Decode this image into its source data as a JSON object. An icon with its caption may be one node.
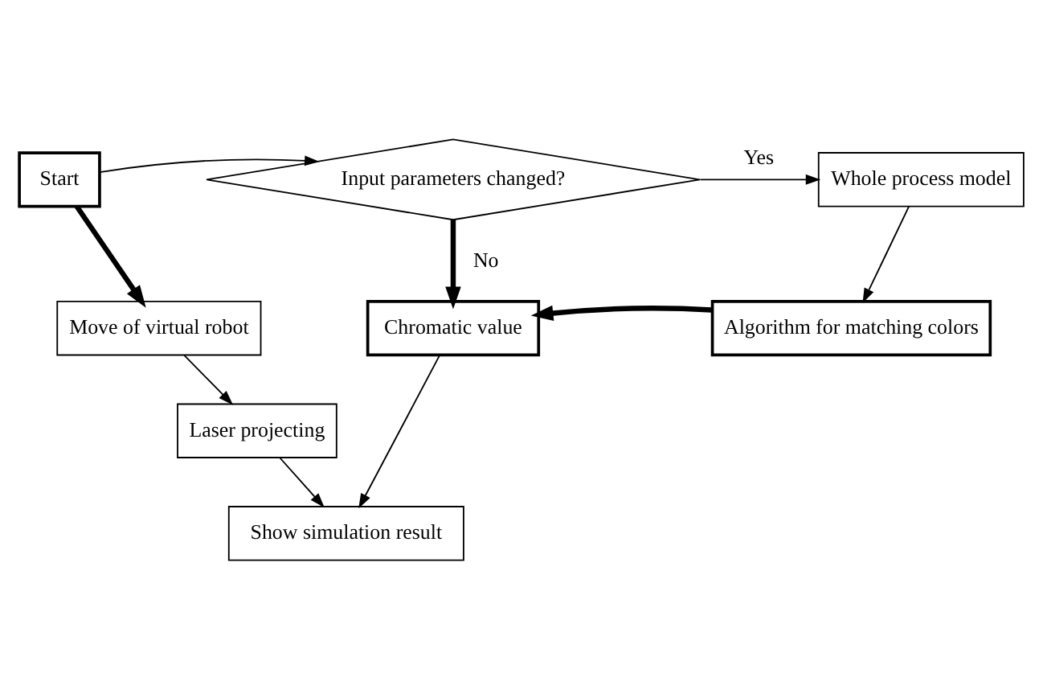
{
  "diagram": {
    "nodes": [
      {
        "text": [
          "Start"
        ]
      },
      {
        "text": [
          "Input parameters changed?"
        ]
      },
      {
        "text": [
          "Whole process model"
        ]
      },
      {
        "text": [
          "Move of virtual robot"
        ]
      },
      {
        "text": [
          "Chromatic value"
        ]
      },
      {
        "text": [
          "Algorithm for matching colors"
        ]
      },
      {
        "text": [
          "Laser projecting"
        ]
      },
      {
        "text": [
          "Show simulation result"
        ]
      }
    ],
    "edges": [
      {
        "from": 0,
        "to": 3,
        "arrow": "to",
        "style": "thick"
      },
      {
        "from": 0,
        "to": 1,
        "arrow": "to"
      },
      {
        "from": 1,
        "to": 2,
        "arrow": "to",
        "label": "Yes"
      },
      {
        "from": 1,
        "to": 4,
        "arrow": "to",
        "label": "No",
        "style": "thick"
      },
      {
        "from": 2,
        "to": 5,
        "arrow": "to"
      },
      {
        "from": 5,
        "to": 4,
        "arrow": "to",
        "style": "thick"
      },
      {
        "from": 3,
        "to": 6,
        "arrow": "to"
      },
      {
        "from": 6,
        "to": 7,
        "arrow": "to"
      },
      {
        "from": 4,
        "to": 7,
        "arrow": "to"
      }
    ]
  }
}
